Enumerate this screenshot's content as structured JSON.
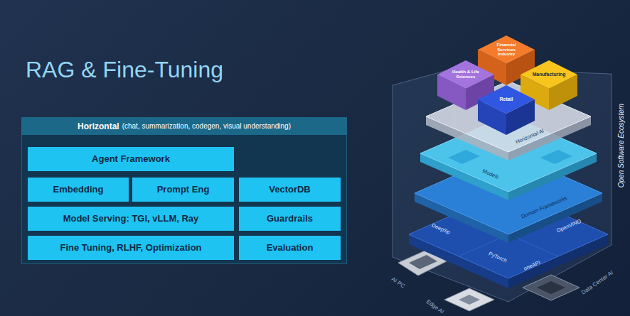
{
  "diagram": {
    "title": "RAG & Fine-Tuning",
    "nodes": [
      {
        "text": [
          "Horizontal",
          "(chat, summarization, codegen, visual understanding)"
        ]
      },
      {
        "text": [
          "Agent Framework"
        ],
        "in": 0
      },
      {
        "text": [
          "Embedding"
        ],
        "in": 0
      },
      {
        "text": [
          "Prompt Eng"
        ],
        "in": 0
      },
      {
        "text": [
          "VectorDB"
        ],
        "in": 0
      },
      {
        "text": [
          "Model Serving: TGI, vLLM, Ray"
        ],
        "in": 0
      },
      {
        "text": [
          "Guardrails"
        ],
        "in": 0
      },
      {
        "text": [
          "Fine Tuning, RLHF, Optimization"
        ],
        "in": 0
      },
      {
        "text": [
          "Evaluation"
        ],
        "in": 0
      },
      {
        "text": [
          "Financial Services Industry"
        ]
      },
      {
        "text": [
          "Health & Life Sciences"
        ]
      },
      {
        "text": [
          "Manufacturing"
        ]
      },
      {
        "text": [
          "Retail"
        ]
      }
    ],
    "labels": [
      "Horizontal AI",
      "Models",
      "Domain Frameworks",
      "DeepSp",
      "OpenVINO",
      "PyTorch",
      "oneAPI",
      "AI PC",
      "Edge AI",
      "Data Center AI",
      "Open Software Ecosystem"
    ]
  }
}
